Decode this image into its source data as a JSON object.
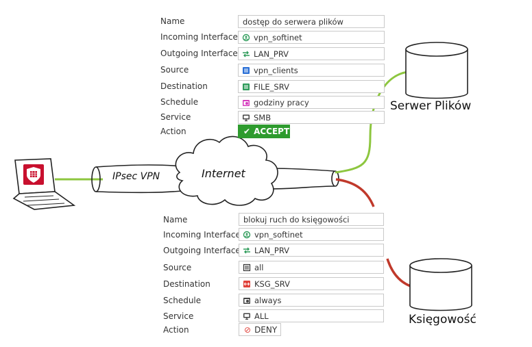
{
  "policy_allow": {
    "rows": [
      {
        "label": "Name",
        "value": "dostęp do serwera plików",
        "icon": "none"
      },
      {
        "label": "Incoming Interface",
        "value": "vpn_softinet",
        "icon": "tunnel-icon"
      },
      {
        "label": "Outgoing Interface",
        "value": "LAN_PRV",
        "icon": "switch-icon"
      },
      {
        "label": "Source",
        "value": "vpn_clients",
        "icon": "address-group-icon"
      },
      {
        "label": "Destination",
        "value": "FILE_SRV",
        "icon": "address-icon"
      },
      {
        "label": "Schedule",
        "value": "godziny pracy",
        "icon": "schedule-icon"
      },
      {
        "label": "Service",
        "value": "SMB",
        "icon": "service-icon"
      }
    ],
    "action_label": "Action",
    "action_value": "ACCEPT",
    "action_color": "#2e9b2e"
  },
  "policy_deny": {
    "rows": [
      {
        "label": "Name",
        "value": "blokuj ruch do księgowości",
        "icon": "none"
      },
      {
        "label": "Incoming Interface",
        "value": "vpn_softinet",
        "icon": "tunnel-icon"
      },
      {
        "label": "Outgoing Interface",
        "value": "LAN_PRV",
        "icon": "switch-icon"
      },
      {
        "label": "Source",
        "value": "all",
        "icon": "address-list-icon"
      },
      {
        "label": "Destination",
        "value": "KSG_SRV",
        "icon": "address-red-icon"
      },
      {
        "label": "Schedule",
        "value": "always",
        "icon": "schedule-icon"
      },
      {
        "label": "Service",
        "value": "ALL",
        "icon": "service-icon"
      }
    ],
    "action_label": "Action",
    "action_value": "DENY",
    "action_color": "#e0413a"
  },
  "diagram": {
    "vpn_label": "IPsec VPN",
    "internet_label": "Internet",
    "server_files_label": "Serwer Plików",
    "server_accounting_label": "Księgowość",
    "allow_line_color": "#8dc63f",
    "deny_line_color": "#c0392b",
    "laptop_logo_color": "#c8102e"
  }
}
